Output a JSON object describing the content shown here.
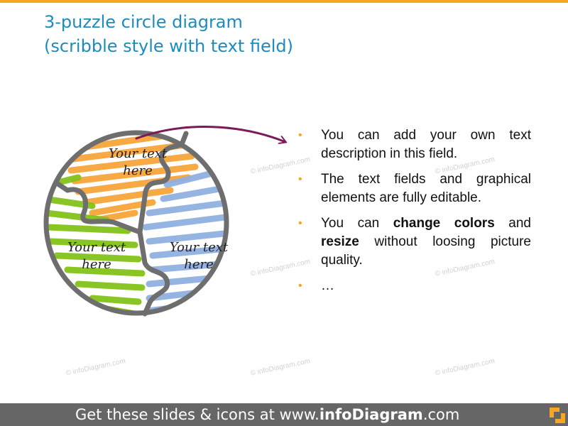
{
  "title": {
    "line1": "3-puzzle circle diagram",
    "line2": "(scribble style with text field)"
  },
  "puzzle": {
    "pieces": [
      {
        "label_line1": "Your text",
        "label_line2": "here",
        "color": "#f7a43a"
      },
      {
        "label_line1": "Your text",
        "label_line2": "here",
        "color": "#84c21a"
      },
      {
        "label_line1": "Your text",
        "label_line2": "here",
        "color": "#8fb0e0"
      }
    ],
    "outline_color": "#6e6e6e",
    "arrow_color": "#7a1a58"
  },
  "bullets": [
    {
      "text": "You can add your own text description in this field."
    },
    {
      "text": "The text fields and graphical elements are fully editable."
    },
    {
      "pre": "You can ",
      "bold1": "change colors",
      "mid": " and ",
      "bold2": "resize",
      "post": " without loosing picture quality."
    },
    {
      "text": "…"
    }
  ],
  "watermark": "© infoDiagram.com",
  "footer": {
    "prefix": "Get these slides & icons at www.",
    "brand": "infoDiagram",
    "suffix": ".com",
    "accent_color": "#f5a623"
  }
}
